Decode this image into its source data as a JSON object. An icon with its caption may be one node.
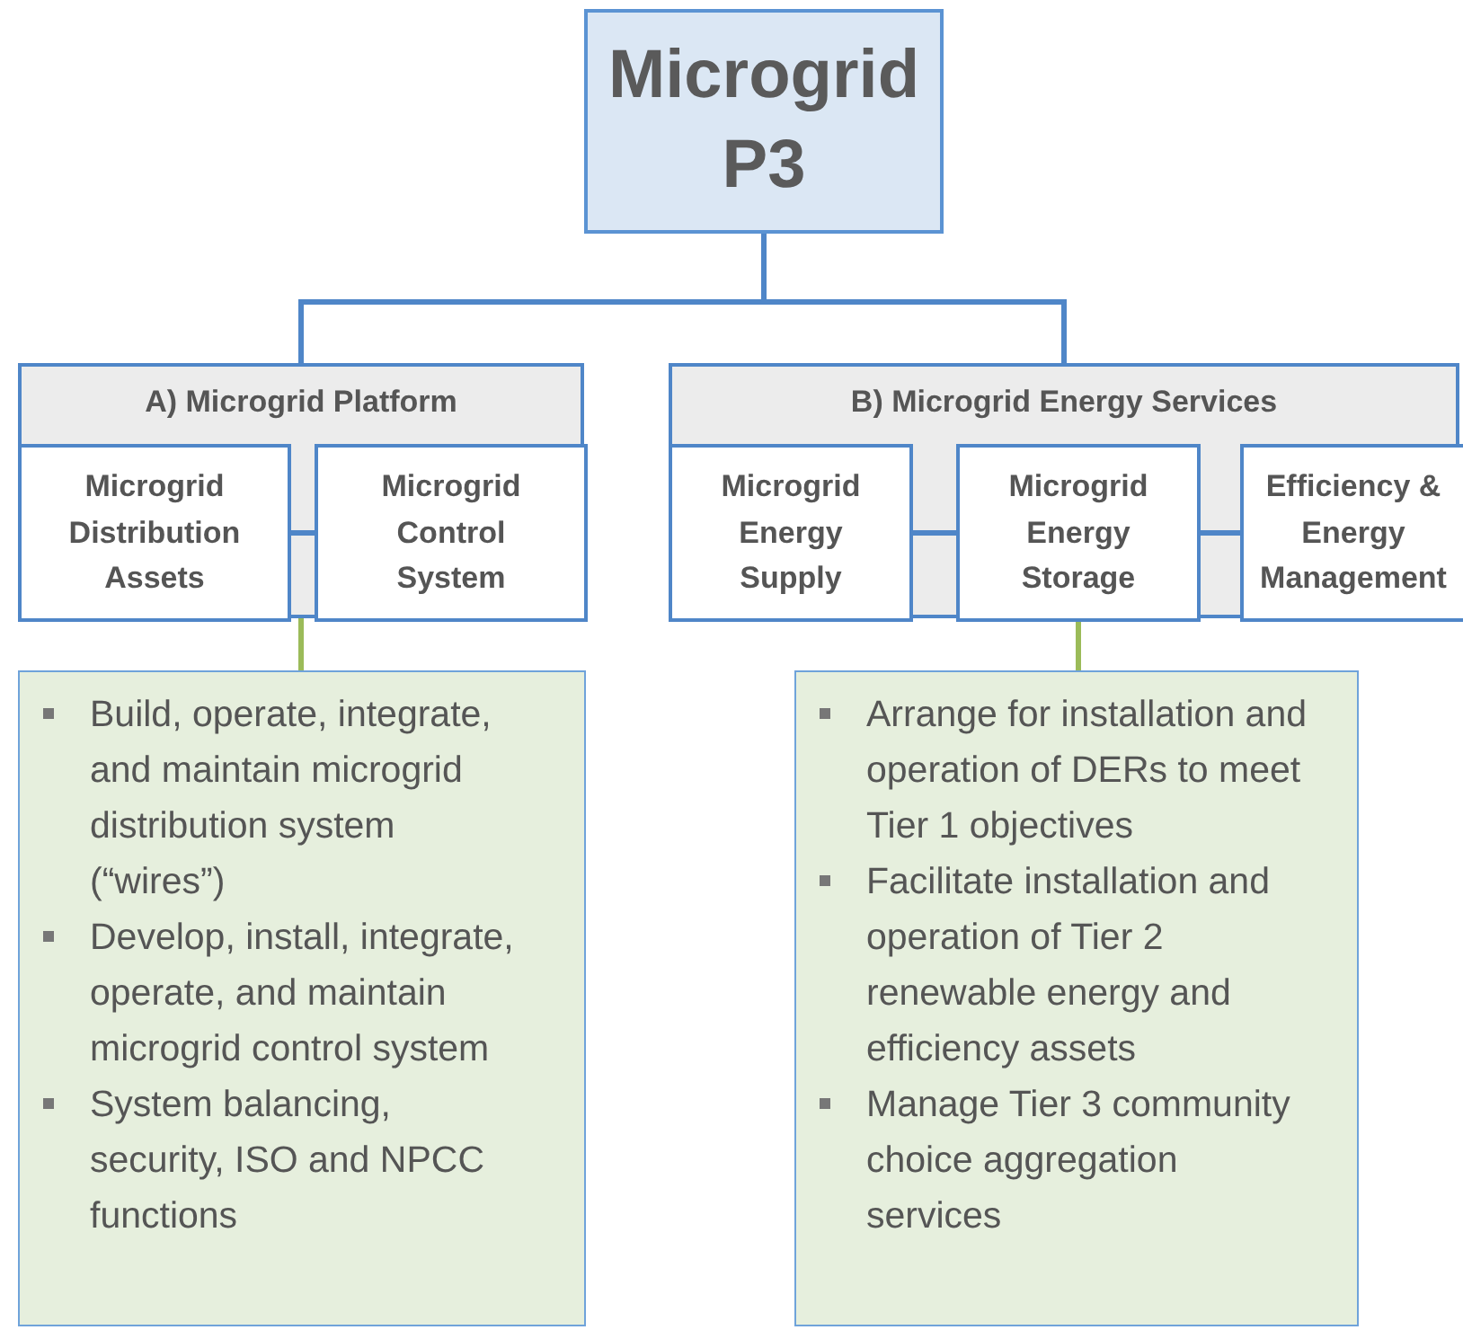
{
  "diagram": {
    "nodes": [
      {
        "text": [
          "Microgrid P3"
        ]
      },
      {
        "text": [
          "A) Microgrid Platform"
        ]
      },
      {
        "text": [
          "Microgrid Distribution Assets"
        ],
        "in": 1
      },
      {
        "text": [
          "Microgrid Control System"
        ],
        "in": 1
      },
      {
        "text": [
          "B) Microgrid Energy Services"
        ]
      },
      {
        "text": [
          "Microgrid Energy Supply"
        ],
        "in": 4
      },
      {
        "text": [
          "Microgrid Energy Storage"
        ],
        "in": 4
      },
      {
        "text": [
          "Efficiency & Energy Management"
        ],
        "in": 4
      },
      {
        "text": [
          "Build, operate, integrate, and maintain microgrid distribution system (“wires”)",
          "Develop, install, integrate, operate, and maintain microgrid control system",
          "System balancing, security, ISO and NPCC functions"
        ]
      },
      {
        "text": [
          "Arrange for installation and operation of DERs to meet Tier 1 objectives",
          "Facilitate installation and operation of Tier 2 renewable energy and efficiency assets",
          "Manage Tier 3 community choice aggregation services"
        ]
      }
    ],
    "edges": [
      {
        "from": 0,
        "to": 1,
        "arrow": "none"
      },
      {
        "from": 0,
        "to": 4,
        "arrow": "none"
      },
      {
        "from": 2,
        "to": 3,
        "arrow": "none"
      },
      {
        "from": 5,
        "to": 6,
        "arrow": "none"
      },
      {
        "from": 6,
        "to": 7,
        "arrow": "none"
      },
      {
        "from": 1,
        "to": 8,
        "arrow": "none",
        "color": "#9bbb59"
      },
      {
        "from": 6,
        "to": 9,
        "arrow": "none",
        "color": "#9bbb59"
      }
    ]
  }
}
